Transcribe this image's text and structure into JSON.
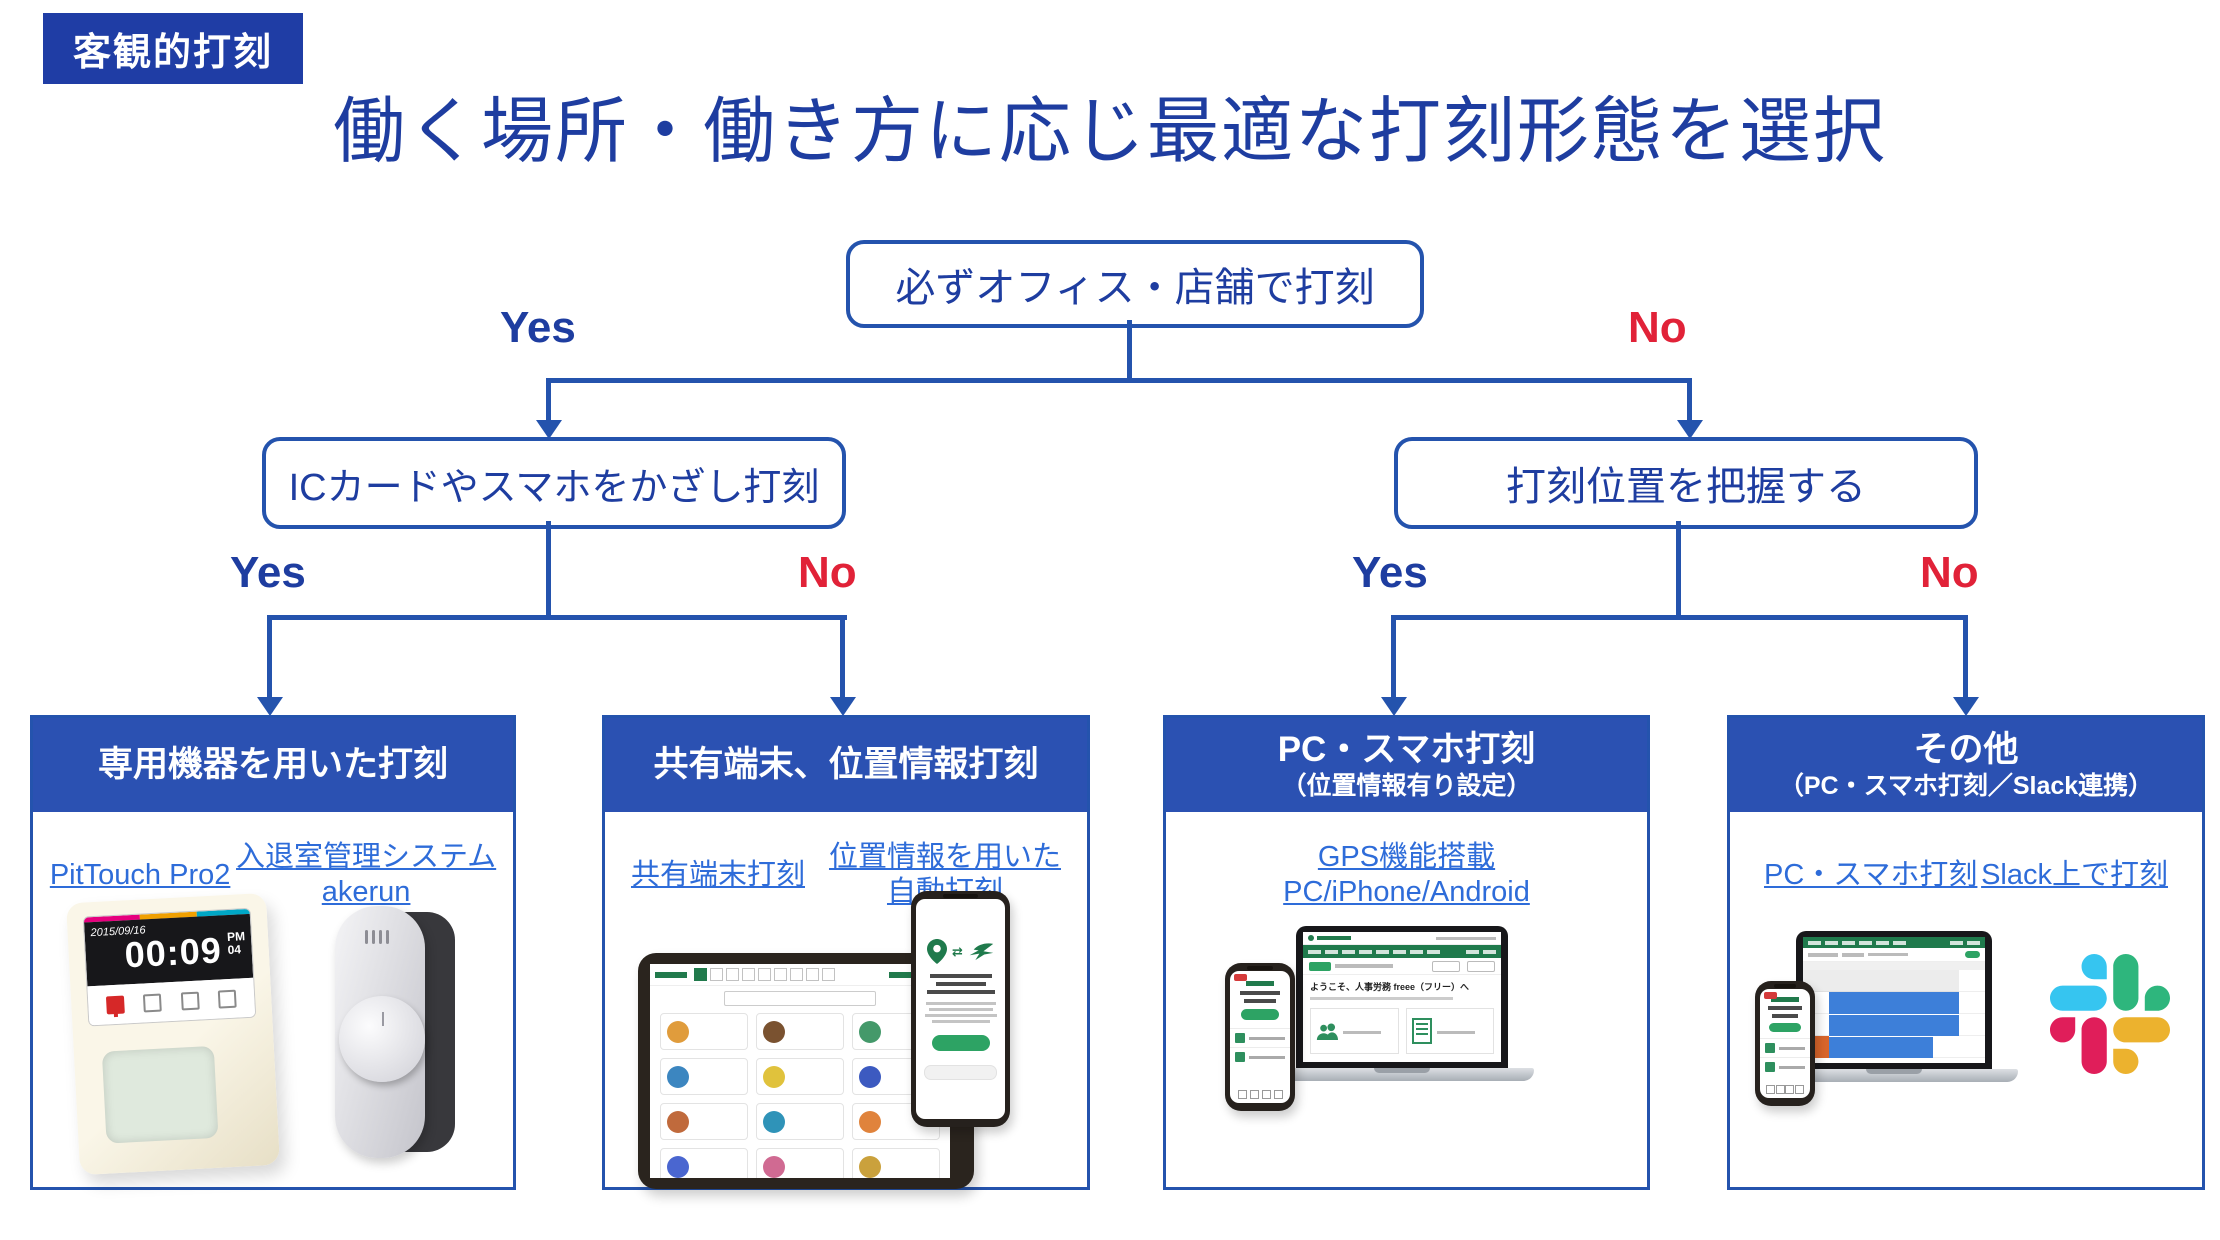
{
  "badge": {
    "label": "客観的打刻"
  },
  "title": "働く場所・働き方に応じ最適な打刻形態を選択",
  "flow": {
    "root": "必ずオフィス・店舗で打刻",
    "left": "ICカードやスマホをかざし打刻",
    "right": "打刻位置を把握する",
    "yes": "Yes",
    "no": "No"
  },
  "cards": [
    {
      "title": "専用機器を用いた打刻",
      "subtitle": "",
      "links": [
        "PitTouch Pro2",
        "入退室管理システム\nakerun"
      ]
    },
    {
      "title": "共有端末、位置情報打刻",
      "subtitle": "",
      "links": [
        "共有端末打刻",
        "位置情報を用いた\n自動打刻"
      ]
    },
    {
      "title": "PC・スマホ打刻",
      "subtitle": "（位置情報有り設定）",
      "links": [
        "GPS機能搭載\nPC/iPhone/Android"
      ]
    },
    {
      "title": "その他",
      "subtitle": "（PC・スマホ打刻／Slack連携）",
      "links": [
        "PC・スマホ打刻",
        "Slack上で打刻"
      ]
    }
  ],
  "device_screens": {
    "pittouch": {
      "date": "2015/09/16",
      "time": "00:09",
      "ampm": "PM",
      "sec": "04"
    },
    "freee_laptop": {
      "welcome": "ようこそ、人事労務 freee（フリー）へ"
    }
  },
  "colors": {
    "primary_blue": "#1f3da5",
    "header_blue": "#2b51b2",
    "line_blue": "#2453ad",
    "yes_blue": "#1e3da0",
    "no_red": "#e12238",
    "link_blue": "#2e6cd9",
    "freee_green": "#1f7a4c",
    "slack_pink": "#E01E5A",
    "slack_blue": "#36C5F0",
    "slack_green": "#2EB67D",
    "slack_yellow": "#ECB22E"
  }
}
